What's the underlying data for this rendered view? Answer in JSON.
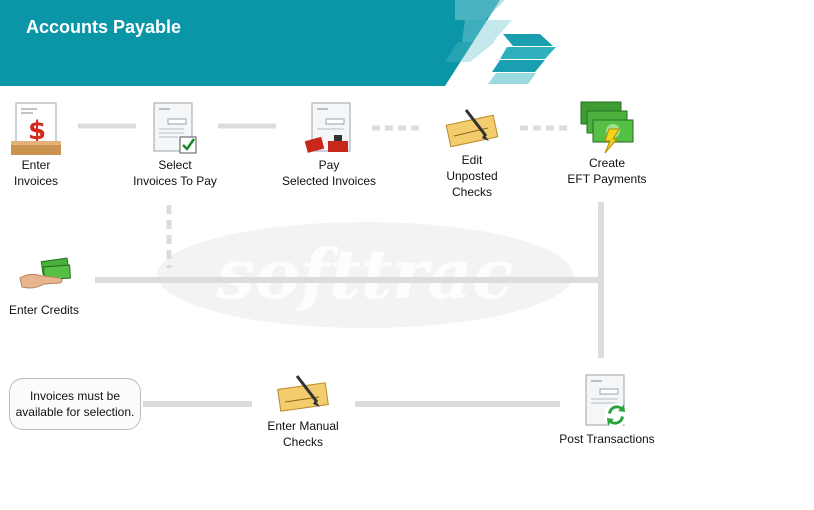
{
  "header": {
    "title": "Accounts Payable"
  },
  "colors": {
    "header_bg": "#0b96a8",
    "connector": "#dcdcdc",
    "watermark": "#f3f4f3"
  },
  "watermark": {
    "text": "softtrac"
  },
  "nodes": [
    {
      "id": "enter-invoices",
      "label": "Enter\nInvoices",
      "icon": "invoice-dollar-icon"
    },
    {
      "id": "select-invoices",
      "label": "Select\nInvoices To Pay",
      "icon": "invoice-check-icon"
    },
    {
      "id": "pay-invoices",
      "label": "Pay\nSelected Invoices",
      "icon": "invoice-stamp-icon"
    },
    {
      "id": "edit-unposted-checks",
      "label": "Edit\nUnposted\nChecks",
      "icon": "check-pen-icon"
    },
    {
      "id": "create-eft",
      "label": "Create\nEFT Payments",
      "icon": "money-lightning-icon"
    },
    {
      "id": "enter-credits",
      "label": "Enter Credits",
      "icon": "hand-money-icon"
    },
    {
      "id": "enter-manual-checks",
      "label": "Enter Manual\nChecks",
      "icon": "check-pen-icon"
    },
    {
      "id": "post-transactions",
      "label": "Post Transactions",
      "icon": "invoice-recycle-icon"
    }
  ],
  "note": {
    "text": "Invoices must be\navailable for selection."
  }
}
